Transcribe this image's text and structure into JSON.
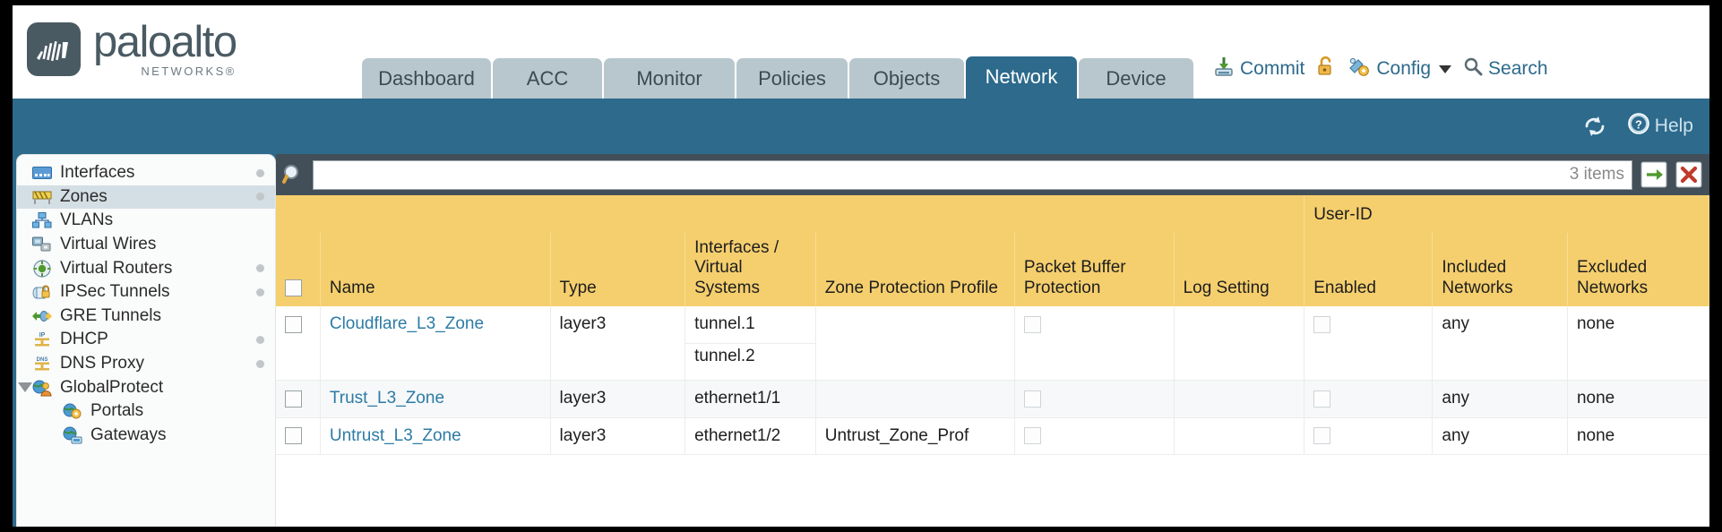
{
  "brand": {
    "name": "paloalto",
    "tagline": "NETWORKS",
    "registered": "®"
  },
  "nav": {
    "tabs": [
      {
        "label": "Dashboard",
        "active": false
      },
      {
        "label": "ACC",
        "active": false
      },
      {
        "label": "Monitor",
        "active": false
      },
      {
        "label": "Policies",
        "active": false
      },
      {
        "label": "Objects",
        "active": false
      },
      {
        "label": "Network",
        "active": true
      },
      {
        "label": "Device",
        "active": false
      }
    ]
  },
  "top_actions": {
    "commit": "Commit",
    "config": "Config",
    "search": "Search",
    "lock_icon": "unlock-icon",
    "commit_icon": "commit-download-icon",
    "config_icon": "config-key-icon",
    "search_icon": "search-icon"
  },
  "blueband": {
    "refresh_icon": "refresh-icon",
    "help": "Help",
    "help_icon": "help-question-icon"
  },
  "sidebar": {
    "items": [
      {
        "label": "Interfaces",
        "icon": "interfaces-icon",
        "dot": true,
        "selected": false,
        "child": false,
        "expander": false
      },
      {
        "label": "Zones",
        "icon": "zones-icon",
        "dot": true,
        "selected": true,
        "child": false,
        "expander": false
      },
      {
        "label": "VLANs",
        "icon": "vlans-icon",
        "dot": false,
        "selected": false,
        "child": false,
        "expander": false
      },
      {
        "label": "Virtual Wires",
        "icon": "virtual-wires-icon",
        "dot": false,
        "selected": false,
        "child": false,
        "expander": false
      },
      {
        "label": "Virtual Routers",
        "icon": "virtual-routers-icon",
        "dot": true,
        "selected": false,
        "child": false,
        "expander": false
      },
      {
        "label": "IPSec Tunnels",
        "icon": "ipsec-tunnels-icon",
        "dot": true,
        "selected": false,
        "child": false,
        "expander": false
      },
      {
        "label": "GRE Tunnels",
        "icon": "gre-tunnels-icon",
        "dot": false,
        "selected": false,
        "child": false,
        "expander": false
      },
      {
        "label": "DHCP",
        "icon": "dhcp-icon",
        "dot": true,
        "selected": false,
        "child": false,
        "expander": false
      },
      {
        "label": "DNS Proxy",
        "icon": "dns-proxy-icon",
        "dot": true,
        "selected": false,
        "child": false,
        "expander": false
      },
      {
        "label": "GlobalProtect",
        "icon": "globalprotect-icon",
        "dot": false,
        "selected": false,
        "child": false,
        "expander": true
      },
      {
        "label": "Portals",
        "icon": "portals-icon",
        "dot": false,
        "selected": false,
        "child": true,
        "expander": false
      },
      {
        "label": "Gateways",
        "icon": "gateways-icon",
        "dot": false,
        "selected": false,
        "child": true,
        "expander": false
      }
    ]
  },
  "search": {
    "value": "",
    "placeholder": "",
    "item_count": "3 items",
    "apply_icon": "apply-filter-arrow-icon",
    "clear_icon": "clear-filter-x-icon"
  },
  "table": {
    "group_header": "User-ID",
    "columns": [
      "Name",
      "Type",
      "Interfaces / Virtual Systems",
      "Zone Protection Profile",
      "Packet Buffer Protection",
      "Log Setting",
      "Enabled",
      "Included Networks",
      "Excluded Networks"
    ],
    "select_all_checked": false,
    "rows": [
      {
        "selected": false,
        "name": "Cloudflare_L3_Zone",
        "type": "layer3",
        "interfaces": [
          "tunnel.1",
          "tunnel.2"
        ],
        "zone_protection_profile": "",
        "packet_buffer_protection": false,
        "log_setting": "",
        "userid_enabled": false,
        "included_networks": "any",
        "excluded_networks": "none"
      },
      {
        "selected": false,
        "name": "Trust_L3_Zone",
        "type": "layer3",
        "interfaces": [
          "ethernet1/1"
        ],
        "zone_protection_profile": "",
        "packet_buffer_protection": false,
        "log_setting": "",
        "userid_enabled": false,
        "included_networks": "any",
        "excluded_networks": "none"
      },
      {
        "selected": false,
        "name": "Untrust_L3_Zone",
        "type": "layer3",
        "interfaces": [
          "ethernet1/2"
        ],
        "zone_protection_profile": "Untrust_Zone_Prof",
        "packet_buffer_protection": false,
        "log_setting": "",
        "userid_enabled": false,
        "included_networks": "any",
        "excluded_networks": "none"
      }
    ]
  },
  "colors": {
    "brand_blue": "#2d6a8c",
    "tab_inactive": "#b7c7cd",
    "header_yellow": "#f5cf6e",
    "group_yellow": "#e0b44a",
    "panel_dark": "#434f58",
    "link_blue": "#2d7ba5"
  }
}
